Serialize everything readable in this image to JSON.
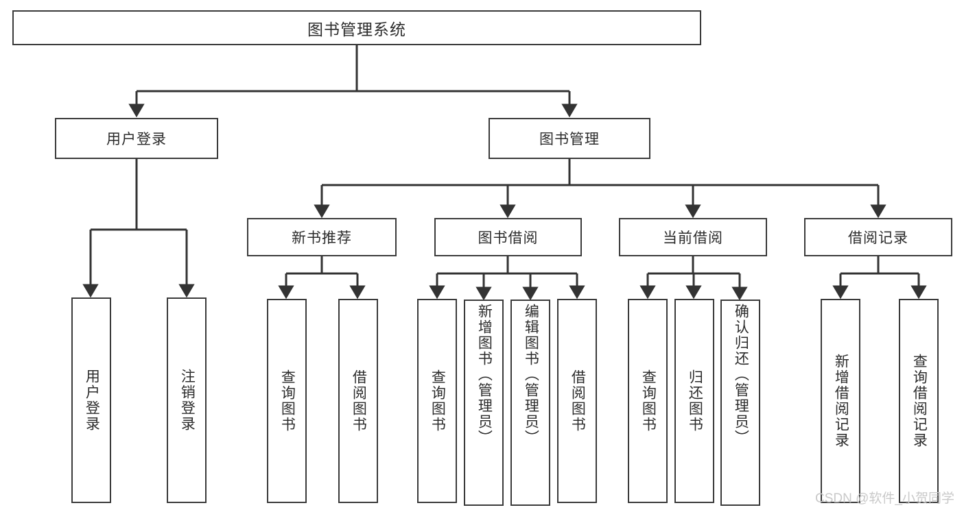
{
  "diagram": {
    "title": "图书管理系统",
    "type": "hierarchy-tree",
    "colors": {
      "background": "#ffffff",
      "box_border": "#3a3a3a",
      "box_fill": "#ffffff",
      "text": "#2b2b2b",
      "connector": "#333333",
      "watermark": "#c9c9c9"
    },
    "root": {
      "label": "图书管理系统"
    },
    "level1": [
      {
        "label": "用户登录"
      },
      {
        "label": "图书管理"
      }
    ],
    "level2": [
      {
        "label": "新书推荐"
      },
      {
        "label": "图书借阅"
      },
      {
        "label": "当前借阅"
      },
      {
        "label": "借阅记录"
      }
    ],
    "leaves": {
      "user_login": [
        {
          "label": "用户登录"
        },
        {
          "label": "注销登录"
        }
      ],
      "new_book_recommend": [
        {
          "label": "查询图书"
        },
        {
          "label": "借阅图书"
        }
      ],
      "book_borrow": [
        {
          "label": "查询图书"
        },
        {
          "label": "新增图书（管理员）"
        },
        {
          "label": "编辑图书（管理员）"
        },
        {
          "label": "借阅图书"
        }
      ],
      "current_borrow": [
        {
          "label": "查询图书"
        },
        {
          "label": "归还图书"
        },
        {
          "label": "确认归还（管理员）"
        }
      ],
      "borrow_record": [
        {
          "label": "新增借阅记录"
        },
        {
          "label": "查询借阅记录"
        }
      ]
    }
  },
  "watermark": {
    "text": "CSDN @软件_小贺同学"
  }
}
